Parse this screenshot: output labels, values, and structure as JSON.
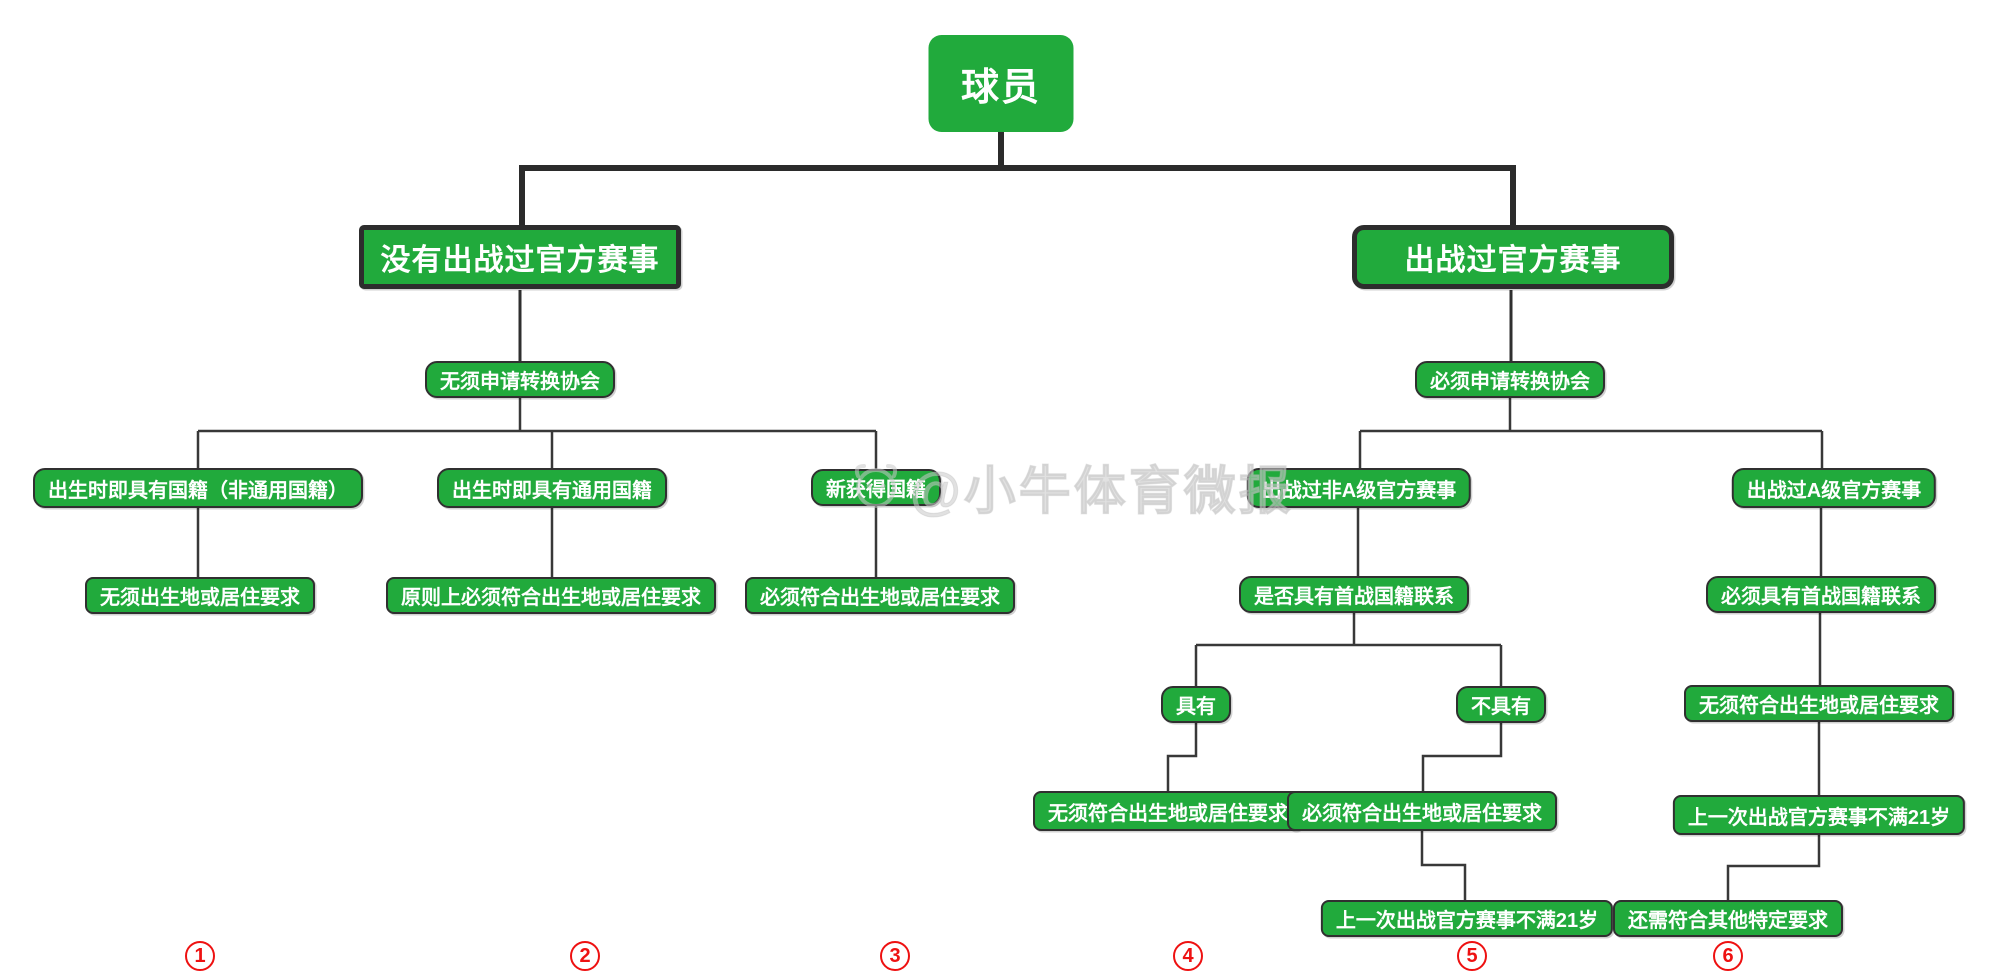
{
  "watermark": {
    "text": "@小牛体育微报",
    "logo": "bull-mascot-icon"
  },
  "colors": {
    "node_green": "#21aa3c",
    "node_border": "#303030",
    "connector": "#333333",
    "branch_number_red": "#ee1111",
    "background": "#ffffff"
  },
  "nodes": {
    "root": "球员",
    "no_official": "没有出战过官方赛事",
    "official": "出战过官方赛事",
    "no_need_switch": "无须申请转换协会",
    "must_switch": "必须申请转换协会",
    "birth_non_universal": "出生时即具有国籍（非通用国籍）",
    "birth_universal": "出生时即具有通用国籍",
    "new_nationality": "新获得国籍",
    "no_birth_residence_req": "无须出生地或居住要求",
    "principle_must_meet": "原则上必须符合出生地或居住要求",
    "must_meet_birth_residence": "必须符合出生地或居住要求",
    "non_a_level": "出战过非A级官方赛事",
    "a_level": "出战过A级官方赛事",
    "has_first_match_link_q": "是否具有首战国籍联系",
    "must_have_first_match_link": "必须具有首战国籍联系",
    "has": "具有",
    "has_not": "不具有",
    "b6_no_need_meet": "无须符合出生地或居住要求",
    "b4_no_need_meet": "无须符合出生地或居住要求",
    "b5_must_meet": "必须符合出生地或居住要求",
    "b6_under21": "上一次出战官方赛事不满21岁",
    "b5_under21": "上一次出战官方赛事不满21岁",
    "other_requirements": "还需符合其他特定要求"
  },
  "branch_numbers": [
    "1",
    "2",
    "3",
    "4",
    "5",
    "6"
  ]
}
